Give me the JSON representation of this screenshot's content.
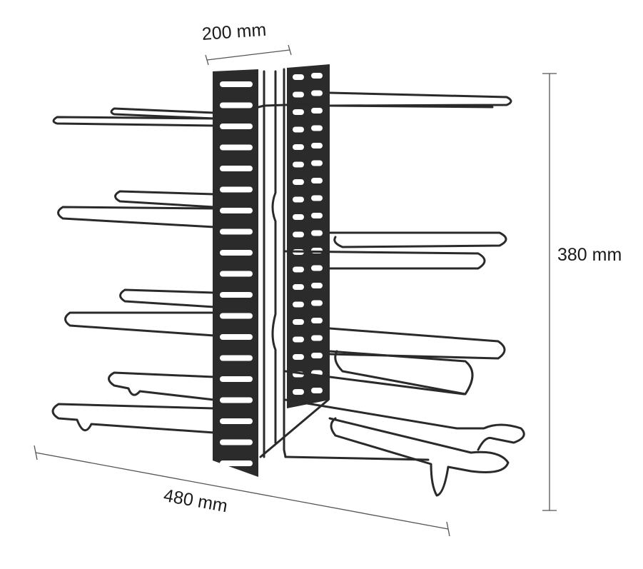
{
  "dimensions": {
    "width": "200 mm",
    "height": "380 mm",
    "length": "480 mm"
  },
  "colors": {
    "wire": "#2a2a2a",
    "panel": "#2b2b2b",
    "slot": "#ffffff",
    "dimension_line": "#555555",
    "background": "#ffffff"
  }
}
